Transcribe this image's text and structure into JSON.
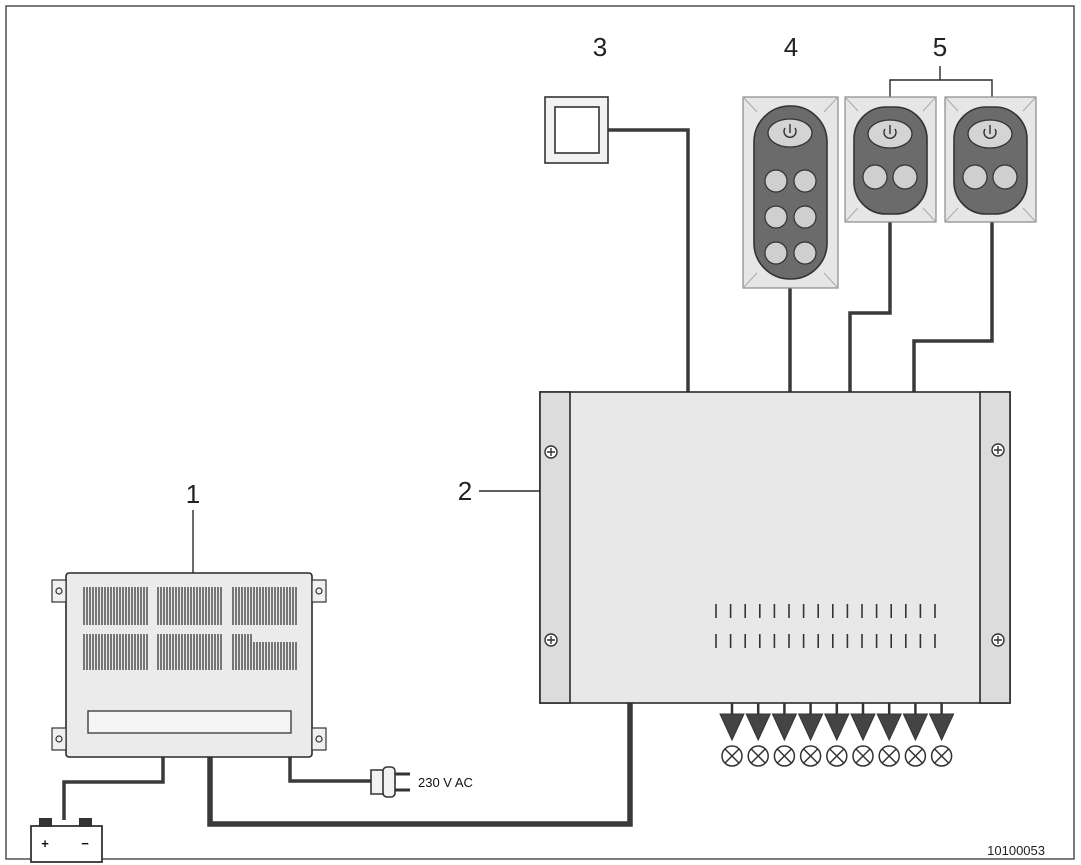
{
  "labels": {
    "charger": "1",
    "control_unit": "2",
    "switch": "3",
    "main_panel": "4",
    "sub_panels": "5"
  },
  "mains_label": "230 V AC",
  "battery": {
    "plus": "+",
    "minus": "−"
  },
  "figure_code": "10100053",
  "outputs_count": 9,
  "colors": {
    "panel_face": "#6b6b6b",
    "panel_frame": "#e6e6e6",
    "unit_fill": "#e8e8e8",
    "wire": "#3a3a3a"
  }
}
